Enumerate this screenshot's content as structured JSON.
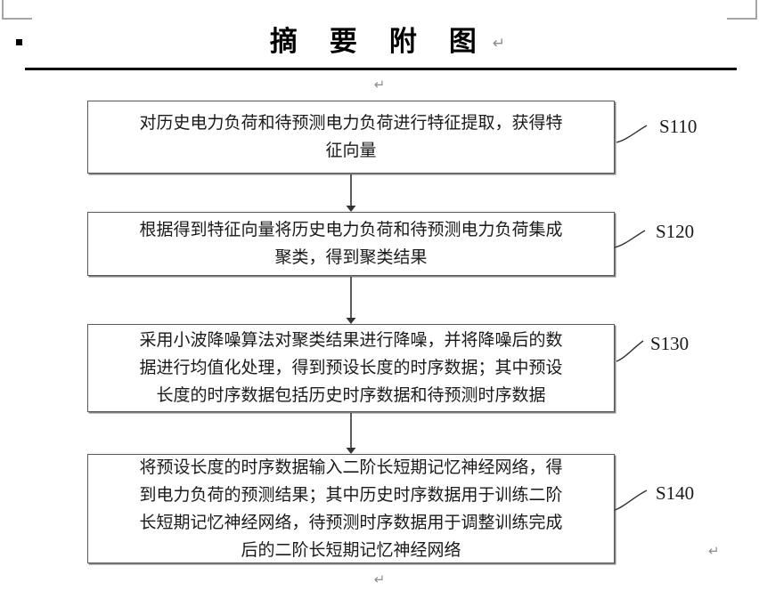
{
  "document": {
    "title_chars": [
      "摘",
      "要",
      "附",
      "图"
    ],
    "title_text": "摘  要  附  图",
    "pilcrow": "↵"
  },
  "flowchart": {
    "boxes": [
      {
        "step": "S110",
        "text": "对历史电力负荷和待预测电力负荷进行特征提取，获得特\n征向量"
      },
      {
        "step": "S120",
        "text": "根据得到特征向量将历史电力负荷和待预测电力负荷集成\n聚类，得到聚类结果"
      },
      {
        "step": "S130",
        "text": "采用小波降噪算法对聚类结果进行降噪，并将降噪后的数\n据进行均值化处理，得到预设长度的时序数据；其中预设\n长度的时序数据包括历史时序数据和待预测时序数据"
      },
      {
        "step": "S140",
        "text": "将预设长度的时序数据输入二阶长短期记忆神经网络，得\n到电力负荷的预测结果；其中历史时序数据用于训练二阶\n长短期记忆神经网络，待预测时序数据用于调整训练完成\n后的二阶长短期记忆神经网络"
      }
    ]
  },
  "marks": {
    "paragraph_after_rule": "↵",
    "paragraph_right": "↵",
    "paragraph_bottom": "↵"
  },
  "colors": {
    "text": "#1a1a1a",
    "rule": "#000000",
    "box_border": "#595959",
    "box_shadow": "#808080",
    "mark_gray": "#8c8c8c",
    "corner_gray": "#a6a6a6"
  }
}
